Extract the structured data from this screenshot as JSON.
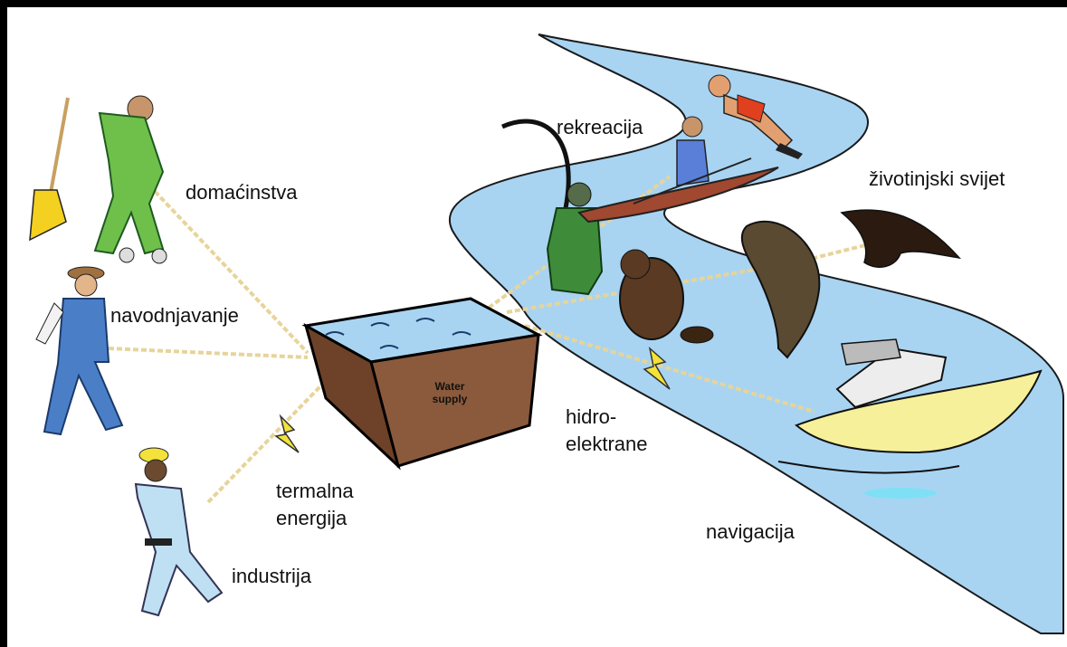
{
  "labels": {
    "households": "domaćinstva",
    "irrigation": "navodnjavanje",
    "thermal_line1": "termalna",
    "thermal_line2": "energija",
    "industry": "industrija",
    "recreation": "rekreacija",
    "wildlife": "životinjski svijet",
    "hydro_line1": "hidro-",
    "hydro_line2": "elektrane",
    "navigation": "navigacija"
  },
  "tank": {
    "line1": "Water",
    "line2": "supply"
  },
  "colors": {
    "river": "#a8d4f2",
    "rope": "#e8d9a0",
    "tank": "#8b5a3c",
    "bolt": "#f2e23a"
  }
}
